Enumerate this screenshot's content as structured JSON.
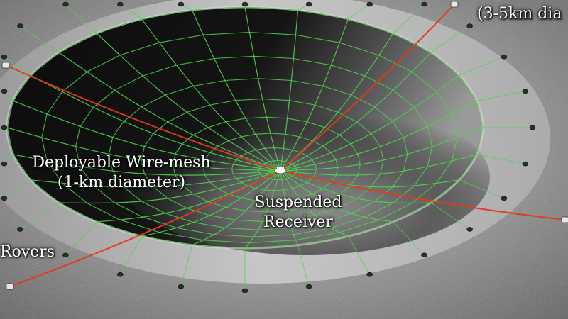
{
  "labels": {
    "crater_size": "(3-5km dia",
    "wire_mesh_line1": "Deployable Wire-mesh",
    "wire_mesh_line2": "(1-km diameter)",
    "receiver_line1": "Suspended",
    "receiver_line2": "Receiver",
    "rovers": "Rovers"
  },
  "colors": {
    "regolith_light": "#b9b9b9",
    "regolith_dark": "#5e5e5e",
    "crater_shadow": "#0f0f0f",
    "crater_floor_lit": "#8a8a8a",
    "mesh_green": "#4fd24f",
    "cable_red": "#e23a1e",
    "rover_gray": "#2c2c2c",
    "receiver_white": "#ffffff"
  },
  "icons": {
    "anchor": "rover-anchor-icon",
    "receiver": "receiver-icon"
  }
}
